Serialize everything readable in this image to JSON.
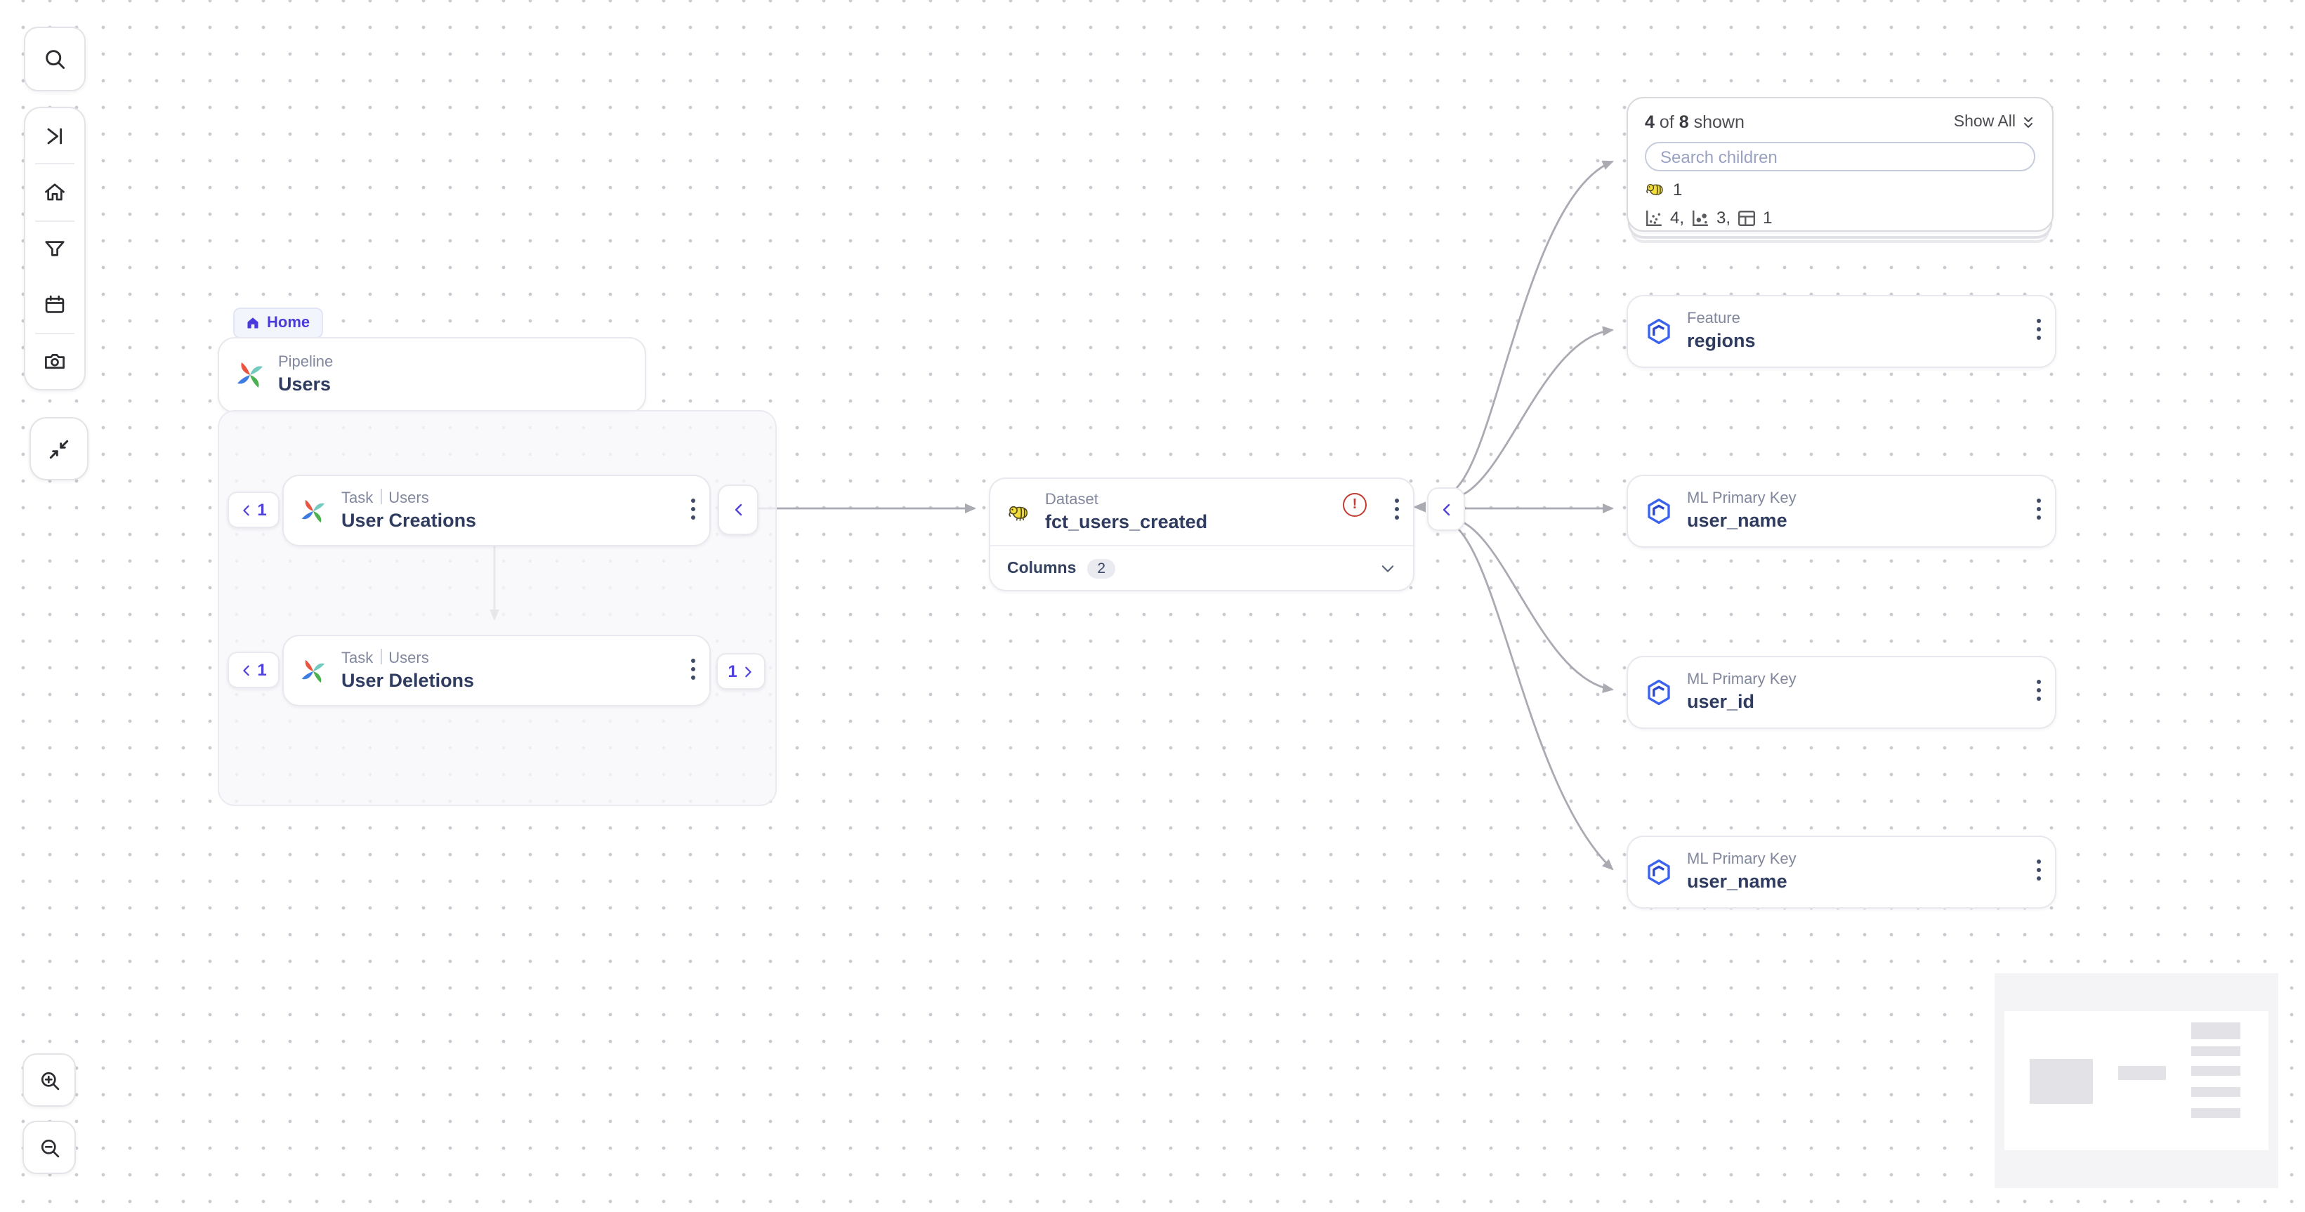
{
  "left_toolbar": {
    "buttons": [
      "search-icon",
      "skip-to-end-icon",
      "home-icon",
      "filter-icon",
      "calendar-icon",
      "camera-icon",
      "collapse-graph-icon",
      "zoom-in-icon",
      "zoom-out-icon"
    ]
  },
  "breadcrumb": {
    "home_label": "Home"
  },
  "pipeline_card": {
    "type_label": "Pipeline",
    "title": "Users"
  },
  "task_cards": [
    {
      "type_label": "Task",
      "platform_label": "Users",
      "title": "User Creations",
      "upstream_count": "1"
    },
    {
      "type_label": "Task",
      "platform_label": "Users",
      "title": "User Deletions",
      "upstream_count": "1",
      "downstream_count": "1"
    }
  ],
  "dataset_card": {
    "type_label": "Dataset",
    "title": "fct_users_created",
    "warning": "!",
    "columns_label": "Columns",
    "columns_count": "2"
  },
  "children_panel": {
    "count_shown": "4",
    "of_label": "of",
    "count_total": "8",
    "shown_label": "shown",
    "show_all_label": "Show All",
    "search_placeholder": "Search children",
    "rows": [
      {
        "items": [
          {
            "icon": "hive-icon",
            "count": "1"
          }
        ]
      },
      {
        "items": [
          {
            "icon": "chart-scatter-icon",
            "count": "4,"
          },
          {
            "icon": "chart-dots-icon",
            "count": "3,"
          },
          {
            "icon": "table-icon",
            "count": "1"
          }
        ]
      }
    ]
  },
  "child_nodes": [
    {
      "type_label": "Feature",
      "title": "regions"
    },
    {
      "type_label": "ML Primary Key",
      "title": "user_name"
    },
    {
      "type_label": "ML Primary Key",
      "title": "user_id"
    },
    {
      "type_label": "ML Primary Key",
      "title": "user_name"
    }
  ],
  "colors": {
    "accent": "#4f43dc",
    "edge": "#a9aab2",
    "warning": "#c23b31",
    "title": "#2f3c5f",
    "label": "#81879d"
  }
}
